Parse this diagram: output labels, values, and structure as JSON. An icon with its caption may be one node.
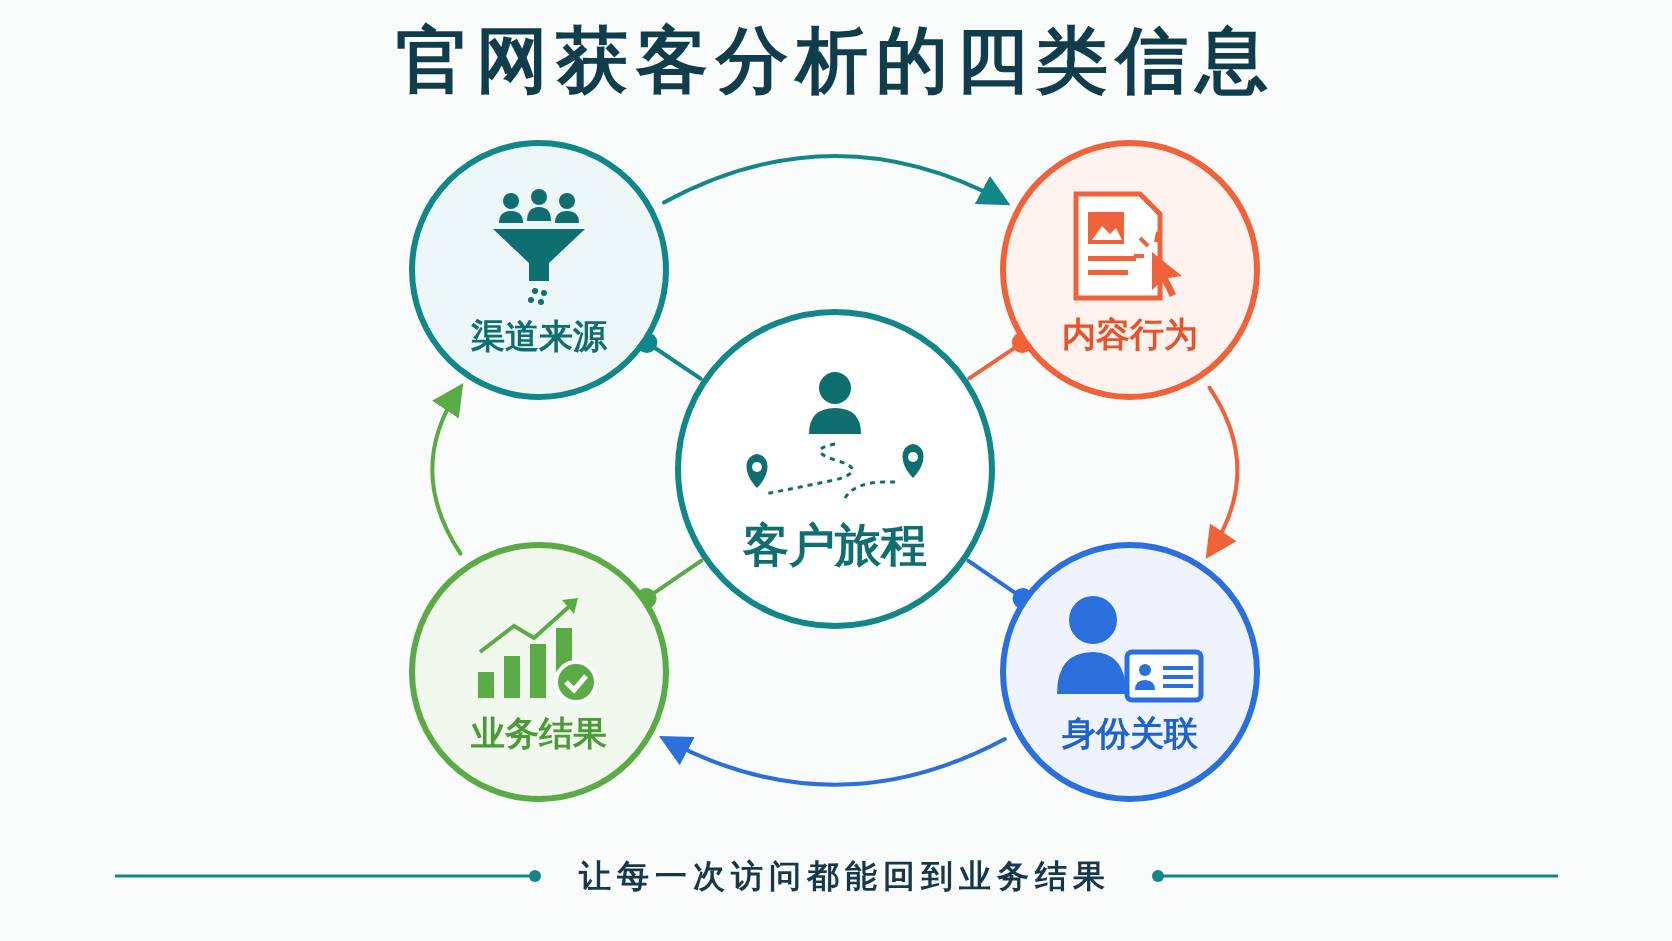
{
  "diagram": {
    "title": "官网获客分析的四类信息",
    "nodes": [
      {
        "text": [
          "客户旅程"
        ]
      },
      {
        "text": [
          "渠道来源"
        ]
      },
      {
        "text": [
          "内容行为"
        ]
      },
      {
        "text": [
          "身份关联"
        ]
      },
      {
        "text": [
          "业务结果"
        ]
      }
    ],
    "edges": [
      {
        "from": 1,
        "to": 2,
        "arrow": "to",
        "color": "#11878a"
      },
      {
        "from": 2,
        "to": 3,
        "arrow": "to",
        "color": "#f0623a"
      },
      {
        "from": 3,
        "to": 4,
        "arrow": "to",
        "color": "#2a6fdb"
      },
      {
        "from": 4,
        "to": 1,
        "arrow": "to",
        "color": "#5aab46"
      },
      {
        "from": 0,
        "to": 1,
        "arrow": "other",
        "color": "#11878a"
      },
      {
        "from": 0,
        "to": 2,
        "arrow": "other",
        "color": "#f0623a"
      },
      {
        "from": 0,
        "to": 3,
        "arrow": "other",
        "color": "#2a6fdb"
      },
      {
        "from": 0,
        "to": 4,
        "arrow": "other",
        "color": "#5aab46"
      }
    ],
    "caption": "让每一次访问都能回到业务结果"
  }
}
